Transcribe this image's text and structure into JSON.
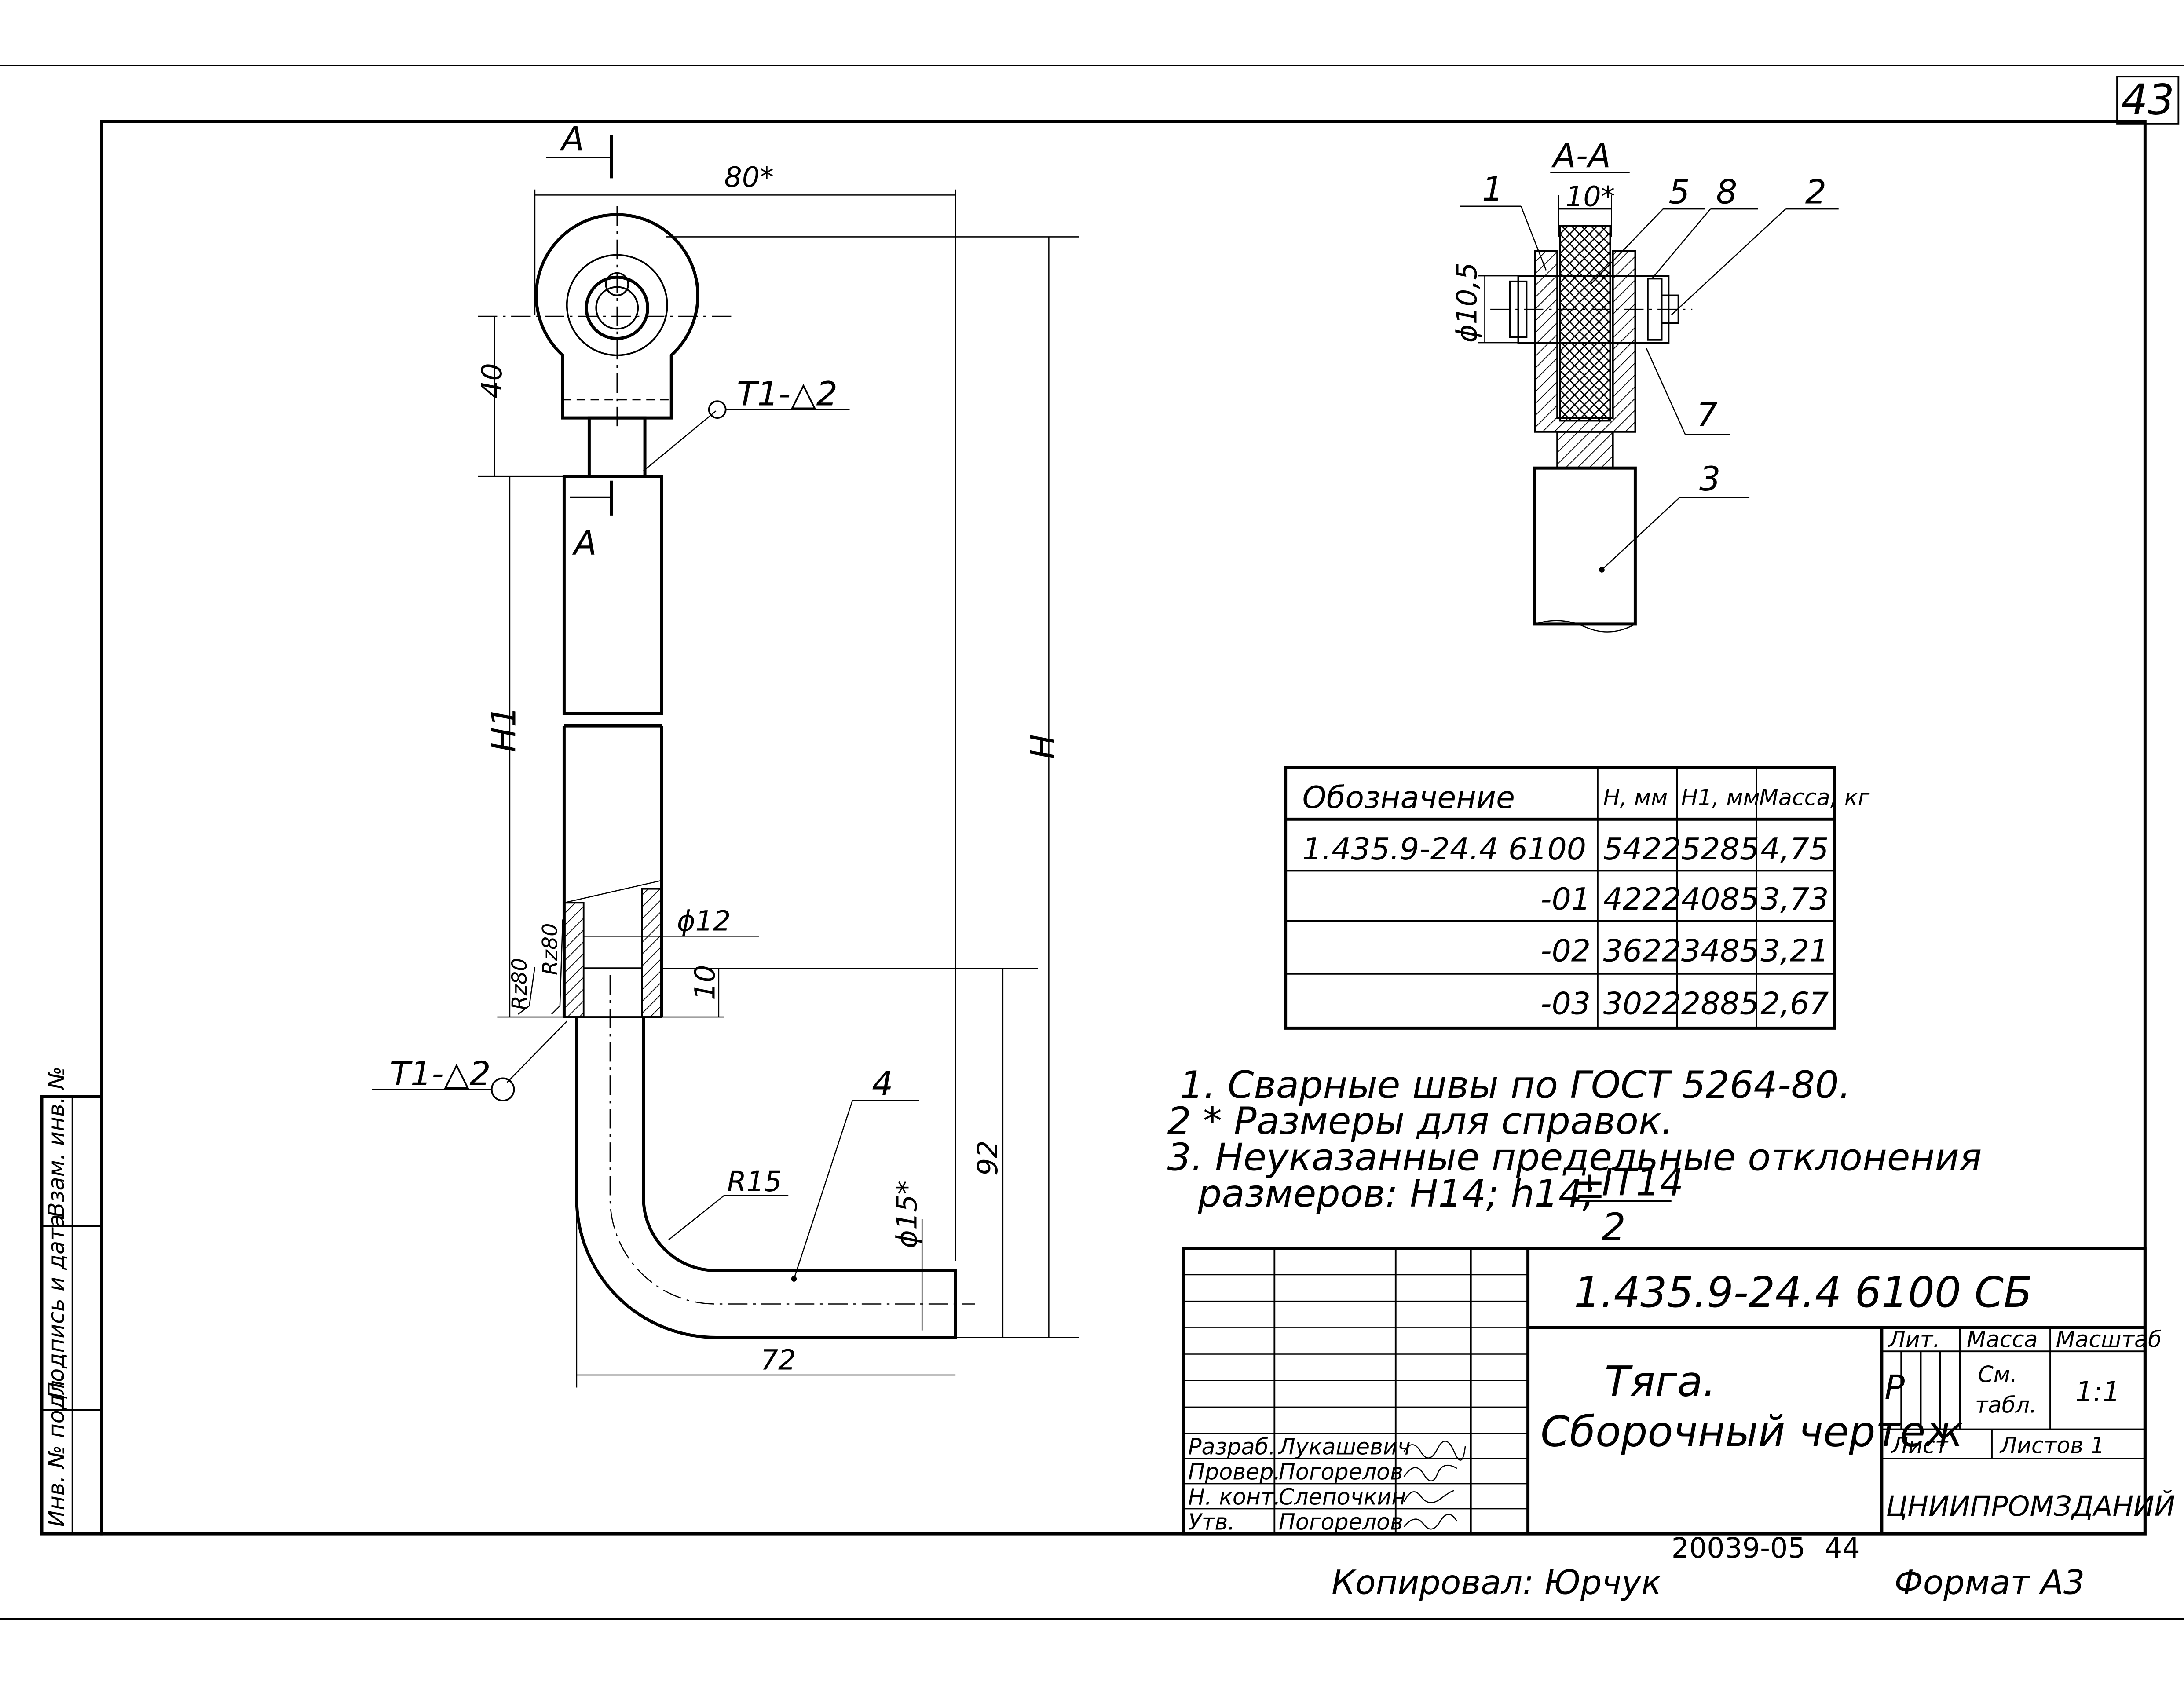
{
  "sheet_number": "43",
  "section_a_label": "А",
  "section_view_title": "А-А",
  "dims": {
    "width": "80*",
    "eye_offset": "40",
    "h1": "H1",
    "h": "H",
    "tube_dia": "ϕ12",
    "insert": "10",
    "lower": "92",
    "rod_dia": "ϕ15*",
    "radius": "R15",
    "leg": "72",
    "r2": "Rz80",
    "r1": "Rz80",
    "pin_width": "10*",
    "pin_dia": "ϕ10,5"
  },
  "welds": {
    "upper": "T1-△2",
    "lower": "T1-△2"
  },
  "positions": [
    "1",
    "5",
    "8",
    "2",
    "7",
    "3",
    "4"
  ],
  "table": {
    "headers": [
      "Обозначение",
      "H, мм",
      "H1, мм",
      "Масса, кг"
    ],
    "rows": [
      {
        "code": "1.435.9-24.4 6100",
        "h": "5422",
        "h1": "5285",
        "mass": "4,75"
      },
      {
        "code": "-01",
        "h": "4222",
        "h1": "4085",
        "mass": "3,73"
      },
      {
        "code": "-02",
        "h": "3622",
        "h1": "3485",
        "mass": "3,21"
      },
      {
        "code": "-03",
        "h": "3022",
        "h1": "2885",
        "mass": "2,67"
      }
    ]
  },
  "notes": {
    "n1": "1. Сварные швы по ГОСТ 5264-80.",
    "n2": "2 * Размеры для справок.",
    "n3a": "3. Неуказанные предельные отклонения",
    "n3b": "размеров: H14; h14;",
    "n3_pm": "±",
    "n3_num": "IT14",
    "n3_den": "2"
  },
  "title_block": {
    "doc_code": "1.435.9-24.4  6100 СБ",
    "name_line1": "Тяга.",
    "name_line2": "Сборочный чертеж",
    "lit_label": "Лит.",
    "mass_label": "Масса",
    "scale_label": "Масштаб",
    "lit_value": "Р",
    "mass_value_1": "См.",
    "mass_value_2": "табл.",
    "scale_value": "1:1",
    "sheet_label": "Лист",
    "sheets_label": "Листов 1",
    "organization": "ЦНИИПРОМЗДАНИЙ",
    "roles": [
      {
        "role": "Разраб.",
        "name": "Лукашевич"
      },
      {
        "role": "Провер.",
        "name": "Погорелов"
      },
      {
        "role": "Н. конт.",
        "name": "Слепочкин"
      },
      {
        "role": "Утв.",
        "name": "Погорелов"
      }
    ],
    "side_stamp": [
      "Инв. № подл.",
      "Подпись и дата",
      "Взам. инв. №"
    ]
  },
  "footer": {
    "copied_by": "Копировал: Юрчук",
    "archive_no": "20039-05",
    "page_no": "44",
    "format": "Формат А3"
  }
}
